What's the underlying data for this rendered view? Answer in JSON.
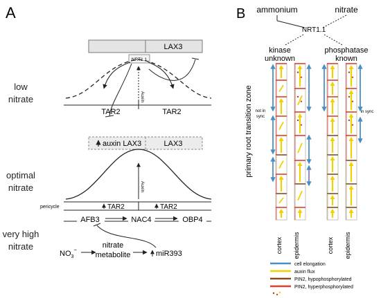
{
  "panelA": {
    "label": "A",
    "rows": {
      "low": [
        "low",
        "nitrate"
      ],
      "optimal": [
        "optimal",
        "nitrate"
      ],
      "veryHigh": [
        "very high",
        "nitrate"
      ]
    },
    "low": {
      "lax3": "LAX3",
      "nrt": "NRT1.1",
      "auxin": "Auxin",
      "tar2Left": "TAR2",
      "tar2Right": "TAR2"
    },
    "optimal": {
      "auxinLax3": "auxin LAX3",
      "lax3": "LAX3",
      "auxin": "Auxin",
      "pericycle": "pericycle",
      "tar2Left": "TAR2",
      "tar2Right": "TAR2",
      "afb3": "AFB3",
      "nac4": "NAC4",
      "obp4": "OBP4"
    },
    "veryHigh": {
      "no3": "NO",
      "no3Sub": "3",
      "no3Sup": "−",
      "metabolite": [
        "nitrate",
        "metabolite"
      ],
      "mir393": "miR393"
    }
  },
  "panelB": {
    "label": "B",
    "ammonium": "ammonium",
    "nitrate": "nitrate",
    "nrt": "NRT1.1",
    "kinase": [
      "kinase",
      "unknown"
    ],
    "phosphatase": [
      "phosphatase",
      "known"
    ],
    "zoneLabel": "primary root transition zone",
    "notInSync": [
      "not in",
      "sync"
    ],
    "inSync": "in sync",
    "cortex": "cortex",
    "epidermis": "epidermis",
    "legend": [
      {
        "label": "cell elongation",
        "color": "#4a8fc4"
      },
      {
        "label": "auxin flux",
        "color": "#f1d100"
      },
      {
        "label": "PIN2, hypophosphorylated",
        "color": "#8a4a1a"
      },
      {
        "label": "PIN2, hyperphosphorylated",
        "color": "#e0402a"
      }
    ]
  },
  "colors": {
    "blue": "#4a8fc4",
    "yellow": "#f1d100",
    "brown": "#8a4a1a",
    "red": "#e0402a",
    "purple": "#8a78c8",
    "boxFill": "#e4e4e4"
  }
}
